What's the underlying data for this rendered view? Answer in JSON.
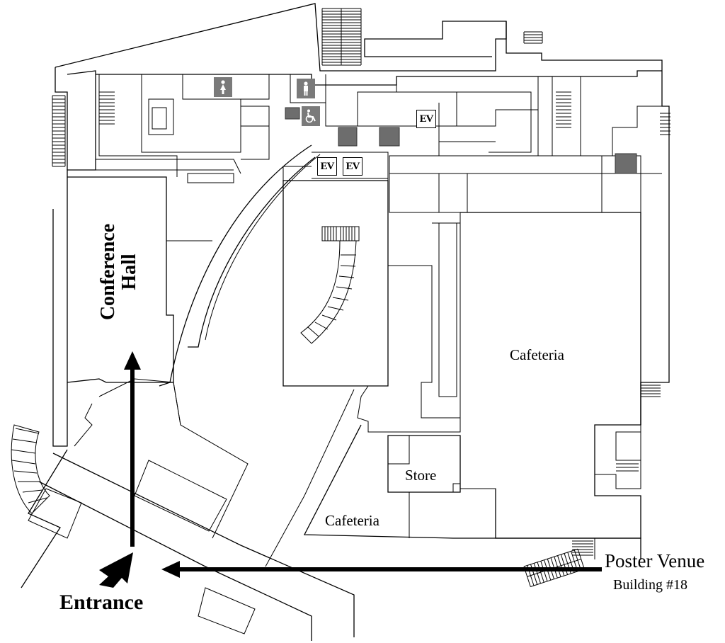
{
  "labels": {
    "conference_hall_line1": "Conference",
    "conference_hall_line2": "Hall",
    "cafeteria_main": "Cafeteria",
    "cafeteria_lower": "Cafeteria",
    "store": "Store",
    "entrance": "Entrance",
    "poster_venue": "Poster Venue",
    "poster_building": "Building #18"
  },
  "elevators": [
    "EV",
    "EV",
    "EV"
  ],
  "icons": [
    "female-restroom-icon",
    "male-restroom-icon",
    "wheelchair-icon"
  ],
  "colors": {
    "walls": "#000000",
    "fixtures": "#6d6d6d",
    "background": "#ffffff"
  }
}
